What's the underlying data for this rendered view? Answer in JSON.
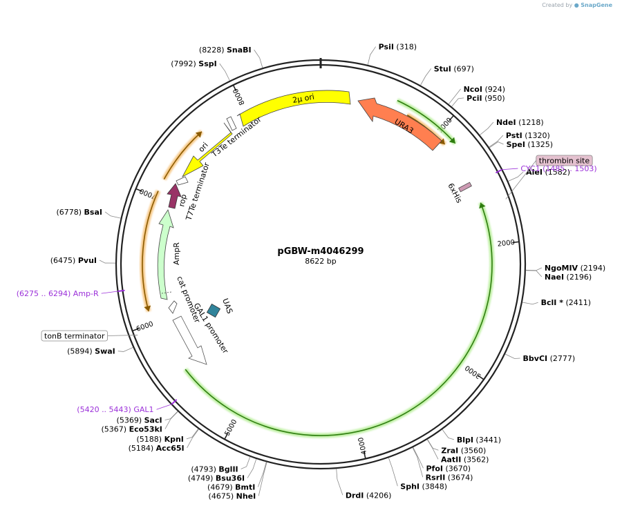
{
  "credit": {
    "prefix": "Created by",
    "brand": "SnapGene"
  },
  "plasmid": {
    "name": "pGBW-m4046299",
    "length_label": "8622 bp",
    "length": 8622
  },
  "ticks": [
    {
      "label": "1000",
      "pos": 1000
    },
    {
      "label": "2000",
      "pos": 2000
    },
    {
      "label": "3000",
      "pos": 3000
    },
    {
      "label": "4000",
      "pos": 4000
    },
    {
      "label": "5000",
      "pos": 5000
    },
    {
      "label": "6000",
      "pos": 6000
    },
    {
      "label": "7000",
      "pos": 7000
    },
    {
      "label": "8000",
      "pos": 8000
    }
  ],
  "sites": [
    {
      "name": "PsiI",
      "pos": "(318)",
      "bp": 318
    },
    {
      "name": "StuI",
      "pos": "(697)",
      "bp": 697
    },
    {
      "name": "NcoI",
      "pos": "(924)",
      "bp": 924
    },
    {
      "name": "PciI",
      "pos": "(950)",
      "bp": 950
    },
    {
      "name": "NdeI",
      "pos": "(1218)",
      "bp": 1218
    },
    {
      "name": "PstI",
      "pos": "(1320)",
      "bp": 1320
    },
    {
      "name": "SpeI",
      "pos": "(1325)",
      "bp": 1325
    },
    {
      "name": "AleI",
      "pos": "(1582)",
      "bp": 1582
    },
    {
      "name": "NgoMIV",
      "pos": "(2194)",
      "bp": 2194
    },
    {
      "name": "NaeI",
      "pos": "(2196)",
      "bp": 2196
    },
    {
      "name": "BclI *",
      "pos": "(2411)",
      "bp": 2411
    },
    {
      "name": "BbvCI",
      "pos": "(2777)",
      "bp": 2777
    },
    {
      "name": "BlpI",
      "pos": "(3441)",
      "bp": 3441
    },
    {
      "name": "ZraI",
      "pos": "(3560)",
      "bp": 3560
    },
    {
      "name": "AatII",
      "pos": "(3562)",
      "bp": 3562
    },
    {
      "name": "PfoI",
      "pos": "(3670)",
      "bp": 3670
    },
    {
      "name": "RsrII",
      "pos": "(3674)",
      "bp": 3674
    },
    {
      "name": "SphI",
      "pos": "(3848)",
      "bp": 3848
    },
    {
      "name": "DrdI",
      "pos": "(4206)",
      "bp": 4206
    },
    {
      "name": "NheI",
      "pos": "(4675)",
      "bp": 4675
    },
    {
      "name": "BmtI",
      "pos": "(4679)",
      "bp": 4679
    },
    {
      "name": "Bsu36I",
      "pos": "(4749)",
      "bp": 4749
    },
    {
      "name": "BglII",
      "pos": "(4793)",
      "bp": 4793
    },
    {
      "name": "Acc65I",
      "pos": "(5184)",
      "bp": 5184
    },
    {
      "name": "KpnI",
      "pos": "(5188)",
      "bp": 5188
    },
    {
      "name": "Eco53kI",
      "pos": "(5367)",
      "bp": 5367
    },
    {
      "name": "SacI",
      "pos": "(5369)",
      "bp": 5369
    },
    {
      "name": "SwaI",
      "pos": "(5894)",
      "bp": 5894
    },
    {
      "name": "PvuI",
      "pos": "(6475)",
      "bp": 6475
    },
    {
      "name": "BsaI",
      "pos": "(6778)",
      "bp": 6778
    },
    {
      "name": "SspI",
      "pos": "(7992)",
      "bp": 7992
    },
    {
      "name": "SnaBI",
      "pos": "(8228)",
      "bp": 8228
    }
  ],
  "primers": [
    {
      "name": "CYC1",
      "range": "(1485 .. 1503)",
      "bp": 1494
    },
    {
      "name": "Amp-R",
      "range": "(6275 .. 6294)",
      "bp": 6285
    },
    {
      "name": "GAL1",
      "range": "(5420 .. 5443)",
      "bp": 5431
    }
  ],
  "boxed_features": [
    {
      "label": "thrombin site",
      "bp": 1690,
      "fill": "#e4c1cf"
    },
    {
      "label": "tonB terminator",
      "bp": 5960,
      "fill": "#ffffff"
    }
  ],
  "features": [
    {
      "label": "2μ ori",
      "color": "#ffff00"
    },
    {
      "label": "URA3",
      "color": "#ff7f50"
    },
    {
      "label": "ori",
      "color": "#ffff00"
    },
    {
      "label": "T3Te terminator",
      "color": "#ffffff"
    },
    {
      "label": "T7Te terminator",
      "color": "#ffffff"
    },
    {
      "label": "rop",
      "color": "#993366"
    },
    {
      "label": "AmpR",
      "color": "#ccffcc"
    },
    {
      "label": "cat promoter",
      "color": "#ffffff"
    },
    {
      "label": "GAL1 promoter",
      "color": "#ffffff"
    },
    {
      "label": "UAS",
      "color": "#31849b"
    },
    {
      "label": "6xHis",
      "color": "#cc99b2"
    }
  ],
  "colors": {
    "orf_green": "#2e7d0f",
    "orf_glow": "#b8ee9a",
    "orf_orange": "#8a5a00",
    "orf_orange_glow": "#f5c27a",
    "primer": "#9b30d9"
  }
}
